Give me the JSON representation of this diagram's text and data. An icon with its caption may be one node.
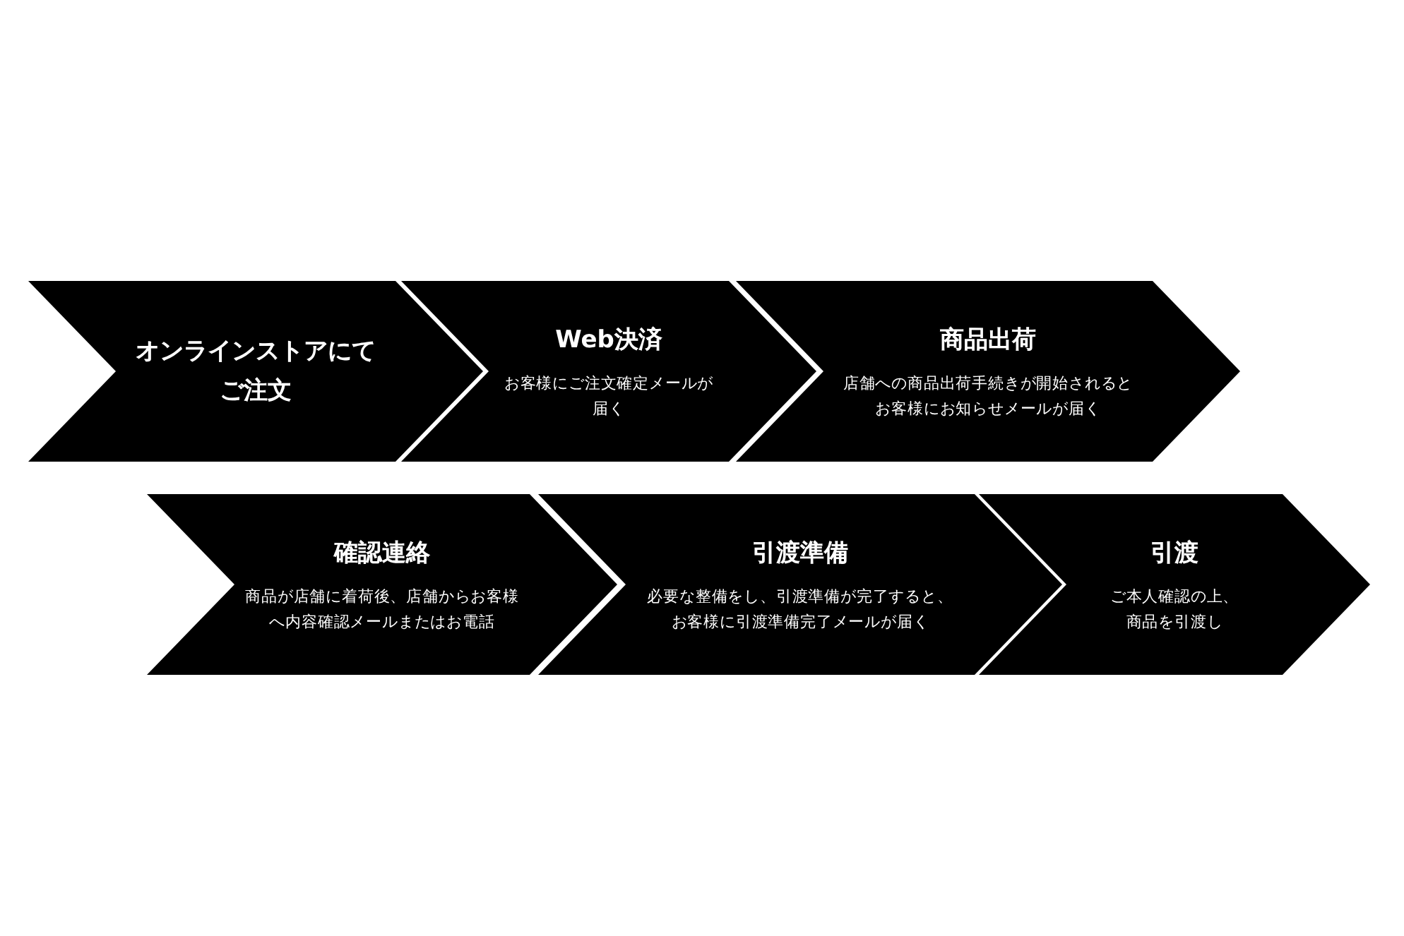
{
  "diagram": {
    "nodes": [
      {
        "text": [
          "オンラインストアにてご注文"
        ]
      },
      {
        "text": [
          "Web決済",
          "お客様にご注文確定メールが届く"
        ]
      },
      {
        "text": [
          "商品出荷",
          "店舗への商品出荷手続きが開始されるとお客様にお知らせメールが届く"
        ]
      },
      {
        "text": [
          "確認連絡",
          "商品が店舗に着荷後、店舗からお客様へ内容確認メールまたはお電話"
        ]
      },
      {
        "text": [
          "引渡準備",
          "必要な整備をし、引渡準備が完了すると、お客様に引渡準備完了メールが届く"
        ]
      },
      {
        "text": [
          "引渡",
          "ご本人確認の上、商品を引渡し"
        ]
      }
    ]
  }
}
